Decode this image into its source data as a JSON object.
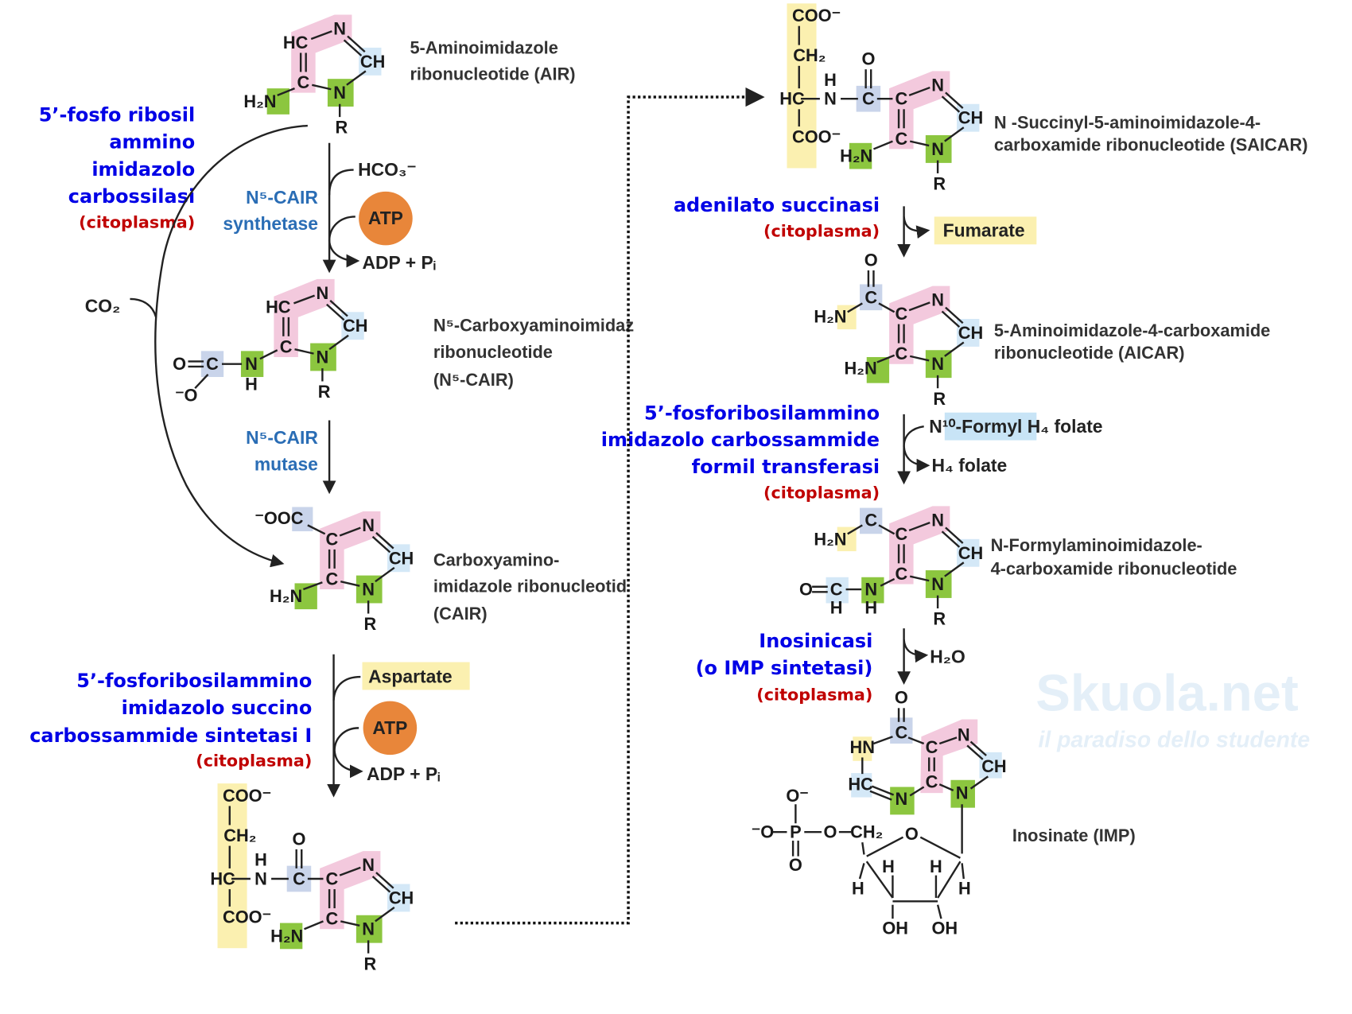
{
  "colors": {
    "enzyme": "#0000e6",
    "location": "#c00000",
    "ring_highlight": "#f3c9dd",
    "n_highlight": "#8cc63f",
    "c_highlight": "#c9d4ea",
    "ch_highlight": "#d4e8f7",
    "yellow_highlight": "#fbf0b0",
    "atp": "#e8863a"
  },
  "watermark": {
    "brand": "Skuola.net",
    "tagline": "il paradiso dello studente"
  },
  "molecules": {
    "air": {
      "name": [
        "5-Aminoimidazole",
        "ribonucleotide (AIR)"
      ],
      "atoms": [
        "HC",
        "N",
        "CH",
        "C",
        "N",
        "R",
        "H₂N"
      ]
    },
    "n5cair": {
      "name": [
        "N⁵-Carboxyaminoimidaz",
        "ribonucleotide",
        "(N⁵-CAIR)"
      ],
      "atoms": [
        "HC",
        "N",
        "CH",
        "C",
        "N",
        "R",
        "N",
        "H",
        "C",
        "O",
        "⁻O"
      ]
    },
    "cair": {
      "name": [
        "Carboxyamino-",
        "imidazole ribonucleotid",
        "(CAIR)"
      ],
      "atoms": [
        "C",
        "N",
        "CH",
        "C",
        "N",
        "R",
        "⁻OOC",
        "H₂N"
      ]
    },
    "saicar_left": {
      "atoms": [
        "C",
        "N",
        "CH",
        "C",
        "N",
        "R",
        "C",
        "O",
        "N",
        "H",
        "HC",
        "CH₂",
        "COO⁻",
        "COO⁻",
        "H₂N"
      ]
    },
    "saicar": {
      "name": [
        "N -Succinyl-5-aminoimidazole-4-",
        "carboxamide ribonucleotide (SAICAR)"
      ],
      "atoms": [
        "C",
        "N",
        "CH",
        "C",
        "N",
        "R",
        "C",
        "O",
        "N",
        "H",
        "HC",
        "CH₂",
        "COO⁻",
        "COO⁻",
        "H₂N"
      ]
    },
    "aicar": {
      "name": [
        "5-Aminoimidazole-4-carboxamide",
        "ribonucleotide (AICAR)"
      ],
      "atoms": [
        "C",
        "N",
        "CH",
        "C",
        "N",
        "R",
        "C",
        "O",
        "H₂N",
        "H₂N"
      ]
    },
    "faicar": {
      "name": [
        "N-Formylaminoimidazole-",
        "4-carboxamide ribonucleotide"
      ],
      "atoms": [
        "C",
        "N",
        "CH",
        "C",
        "N",
        "R",
        "C",
        "H₂N",
        "N",
        "H",
        "C",
        "H",
        "O"
      ]
    },
    "imp": {
      "name": "Inosinate  (IMP)",
      "atoms": [
        "C",
        "N",
        "CH",
        "C",
        "N",
        "C",
        "O",
        "HN",
        "HC",
        "N",
        "O",
        "⁻O",
        "P",
        "O⁻",
        "O",
        "O",
        "CH₂",
        "H",
        "H",
        "H",
        "H",
        "OH",
        "OH"
      ]
    }
  },
  "enzymes": [
    {
      "lines": [
        "5’-fosfo ribosil",
        "ammino",
        "imidazolo",
        "carbossilasi"
      ],
      "location": "(citoplasma)"
    },
    {
      "lines": [
        "5’-fosforibosilammino",
        "imidazolo succino",
        "carbossammide sintetasi I"
      ],
      "location": "(citoplasma)"
    },
    {
      "lines": [
        "adenilato succinasi"
      ],
      "location": "(citoplasma)"
    },
    {
      "lines": [
        "5’-fosforibosilammino",
        "imidazolo carbossammide",
        "formil transferasi"
      ],
      "location": "(citoplasma)"
    },
    {
      "lines": [
        "Inosinicasi",
        "(o IMP sintetasi)"
      ],
      "location": "(citoplasma)"
    }
  ],
  "textbook_enzymes": [
    {
      "lines": [
        "N⁵-CAIR",
        "synthetase"
      ]
    },
    {
      "lines": [
        "N⁵-CAIR",
        "mutase"
      ]
    }
  ],
  "cofactors": {
    "hco3": "HCO₃⁻",
    "atp1": "ATP",
    "adp1": "ADP + Pᵢ",
    "co2": "CO₂",
    "aspartate": "Aspartate",
    "atp2": "ATP",
    "adp2": "ADP + Pᵢ",
    "fumarate": "Fumarate",
    "formyl_folate": "N¹⁰-Formyl H₄ folate",
    "folate": "H₄ folate",
    "water": "H₂O"
  }
}
